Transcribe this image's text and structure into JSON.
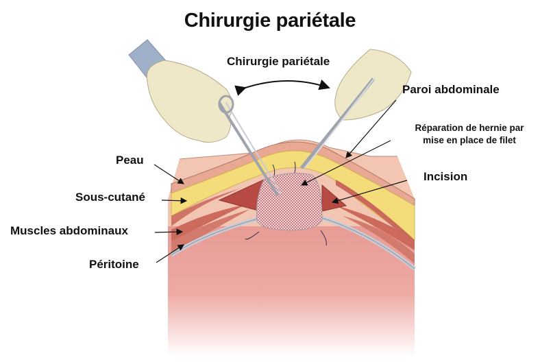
{
  "title": "Chirurgie pariétale",
  "labels": {
    "top_center": "Chirurgie pariétale",
    "paroi": "Paroi abdominale",
    "reparation_line1": "Réparation de hernie par",
    "reparation_line2": "mise en place de filet",
    "incision": "Incision",
    "peau": "Peau",
    "sous_cutane": "Sous-cutané",
    "muscles": "Muscles abdominaux",
    "peritoine": "Péritoine"
  },
  "colors": {
    "skin": "#f0c2ac",
    "fat": "#f3dc79",
    "muscle": "#cf6f62",
    "peritoneum": "#c9ccd6",
    "cavity": "#e8a39b",
    "glove": "#efe8c8",
    "sleeve": "#9fb0c8",
    "mesh": "#d99a9a",
    "text": "#111111"
  }
}
